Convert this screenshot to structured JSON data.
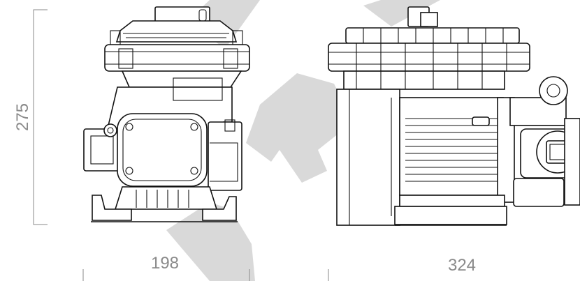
{
  "dimensions": {
    "height_label": "275",
    "front_width_label": "198",
    "side_width_label": "324"
  },
  "colors": {
    "dimension_text": "#8a8a8a",
    "drawing_line": "#111111",
    "watermark": "#d9d9d9"
  }
}
